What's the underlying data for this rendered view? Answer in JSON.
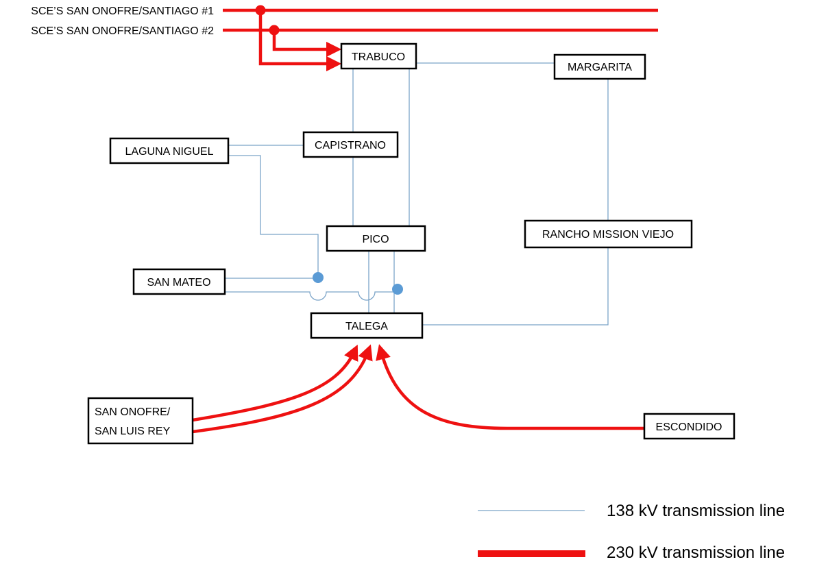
{
  "diagram": {
    "colors": {
      "line_138kv": "#7ba4c8",
      "line_230kv": "#ee1111",
      "junction": "#5b9bd5",
      "box_border": "#000000"
    },
    "incoming_lines": [
      "SCE’S SAN ONOFRE/SANTIAGO #1",
      "SCE’S SAN ONOFRE/SANTIAGO #2"
    ],
    "substations": {
      "trabuco": "TRABUCO",
      "margarita": "MARGARITA",
      "laguna_niguel": "LAGUNA NIGUEL",
      "capistrano": "CAPISTRANO",
      "pico": "PICO",
      "rancho_mission_viejo": "RANCHO MISSION VIEJO",
      "san_mateo": "SAN MATEO",
      "talega": "TALEGA",
      "san_onofre_line1": "SAN ONOFRE/",
      "san_onofre_line2": "SAN LUIS REY",
      "escondido": "ESCONDIDO"
    },
    "legend": {
      "line_138": "138 kV transmission line",
      "line_230": "230 kV transmission line"
    }
  }
}
